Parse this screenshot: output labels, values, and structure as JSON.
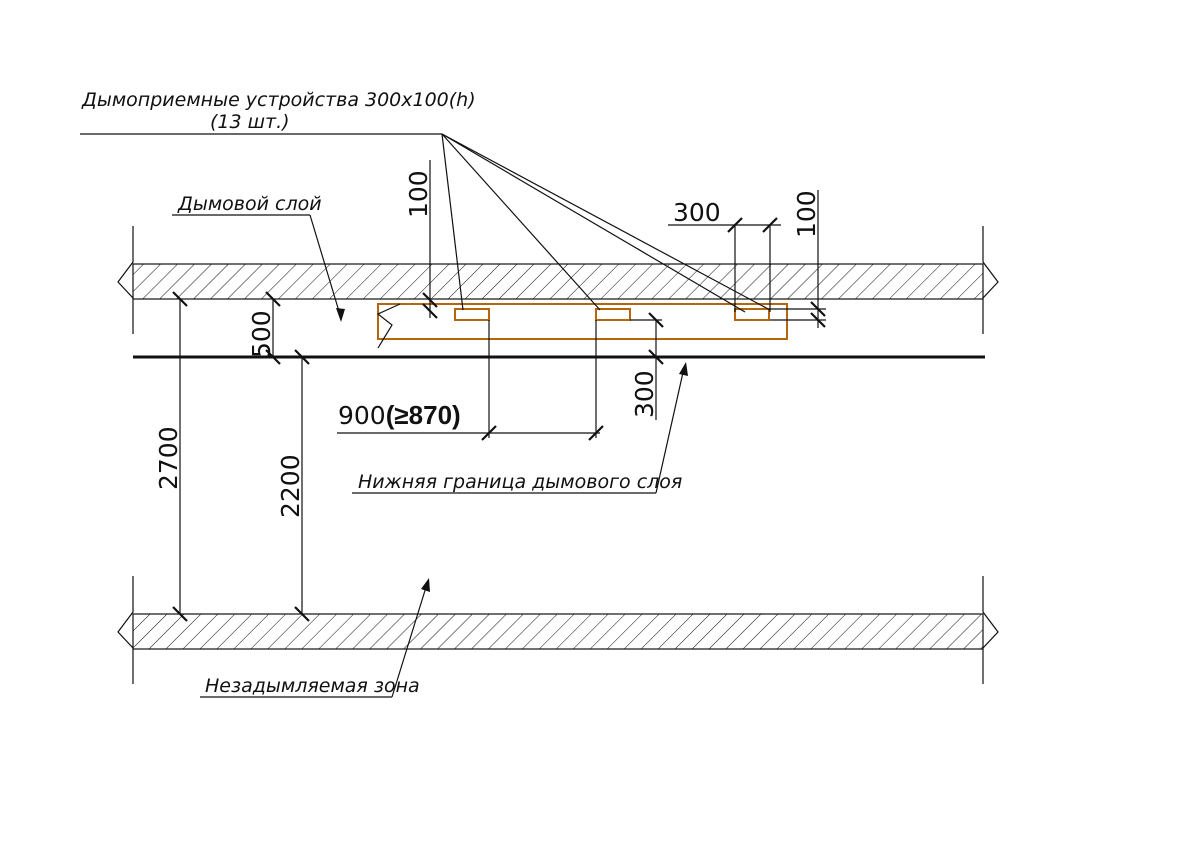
{
  "labels": {
    "devices_line1": "Дымоприемные устройства 300х100(h)",
    "devices_line2": "(13 шт.)",
    "smoke_layer": "Дымовой слой",
    "smoke_boundary": "Нижняя граница дымового слоя",
    "smoke_free_zone": "Незадымляемая зона"
  },
  "dimensions": {
    "opening_width": "300",
    "opening_height_left": "100",
    "opening_height_right": "100",
    "layer_depth": "500",
    "duct_drop": "300",
    "spacing_value": "900",
    "spacing_min": "(≥870)",
    "room_height": "2700",
    "clear_height": "2200"
  },
  "colors": {
    "linework": "#111111",
    "duct": "#b4660c"
  }
}
